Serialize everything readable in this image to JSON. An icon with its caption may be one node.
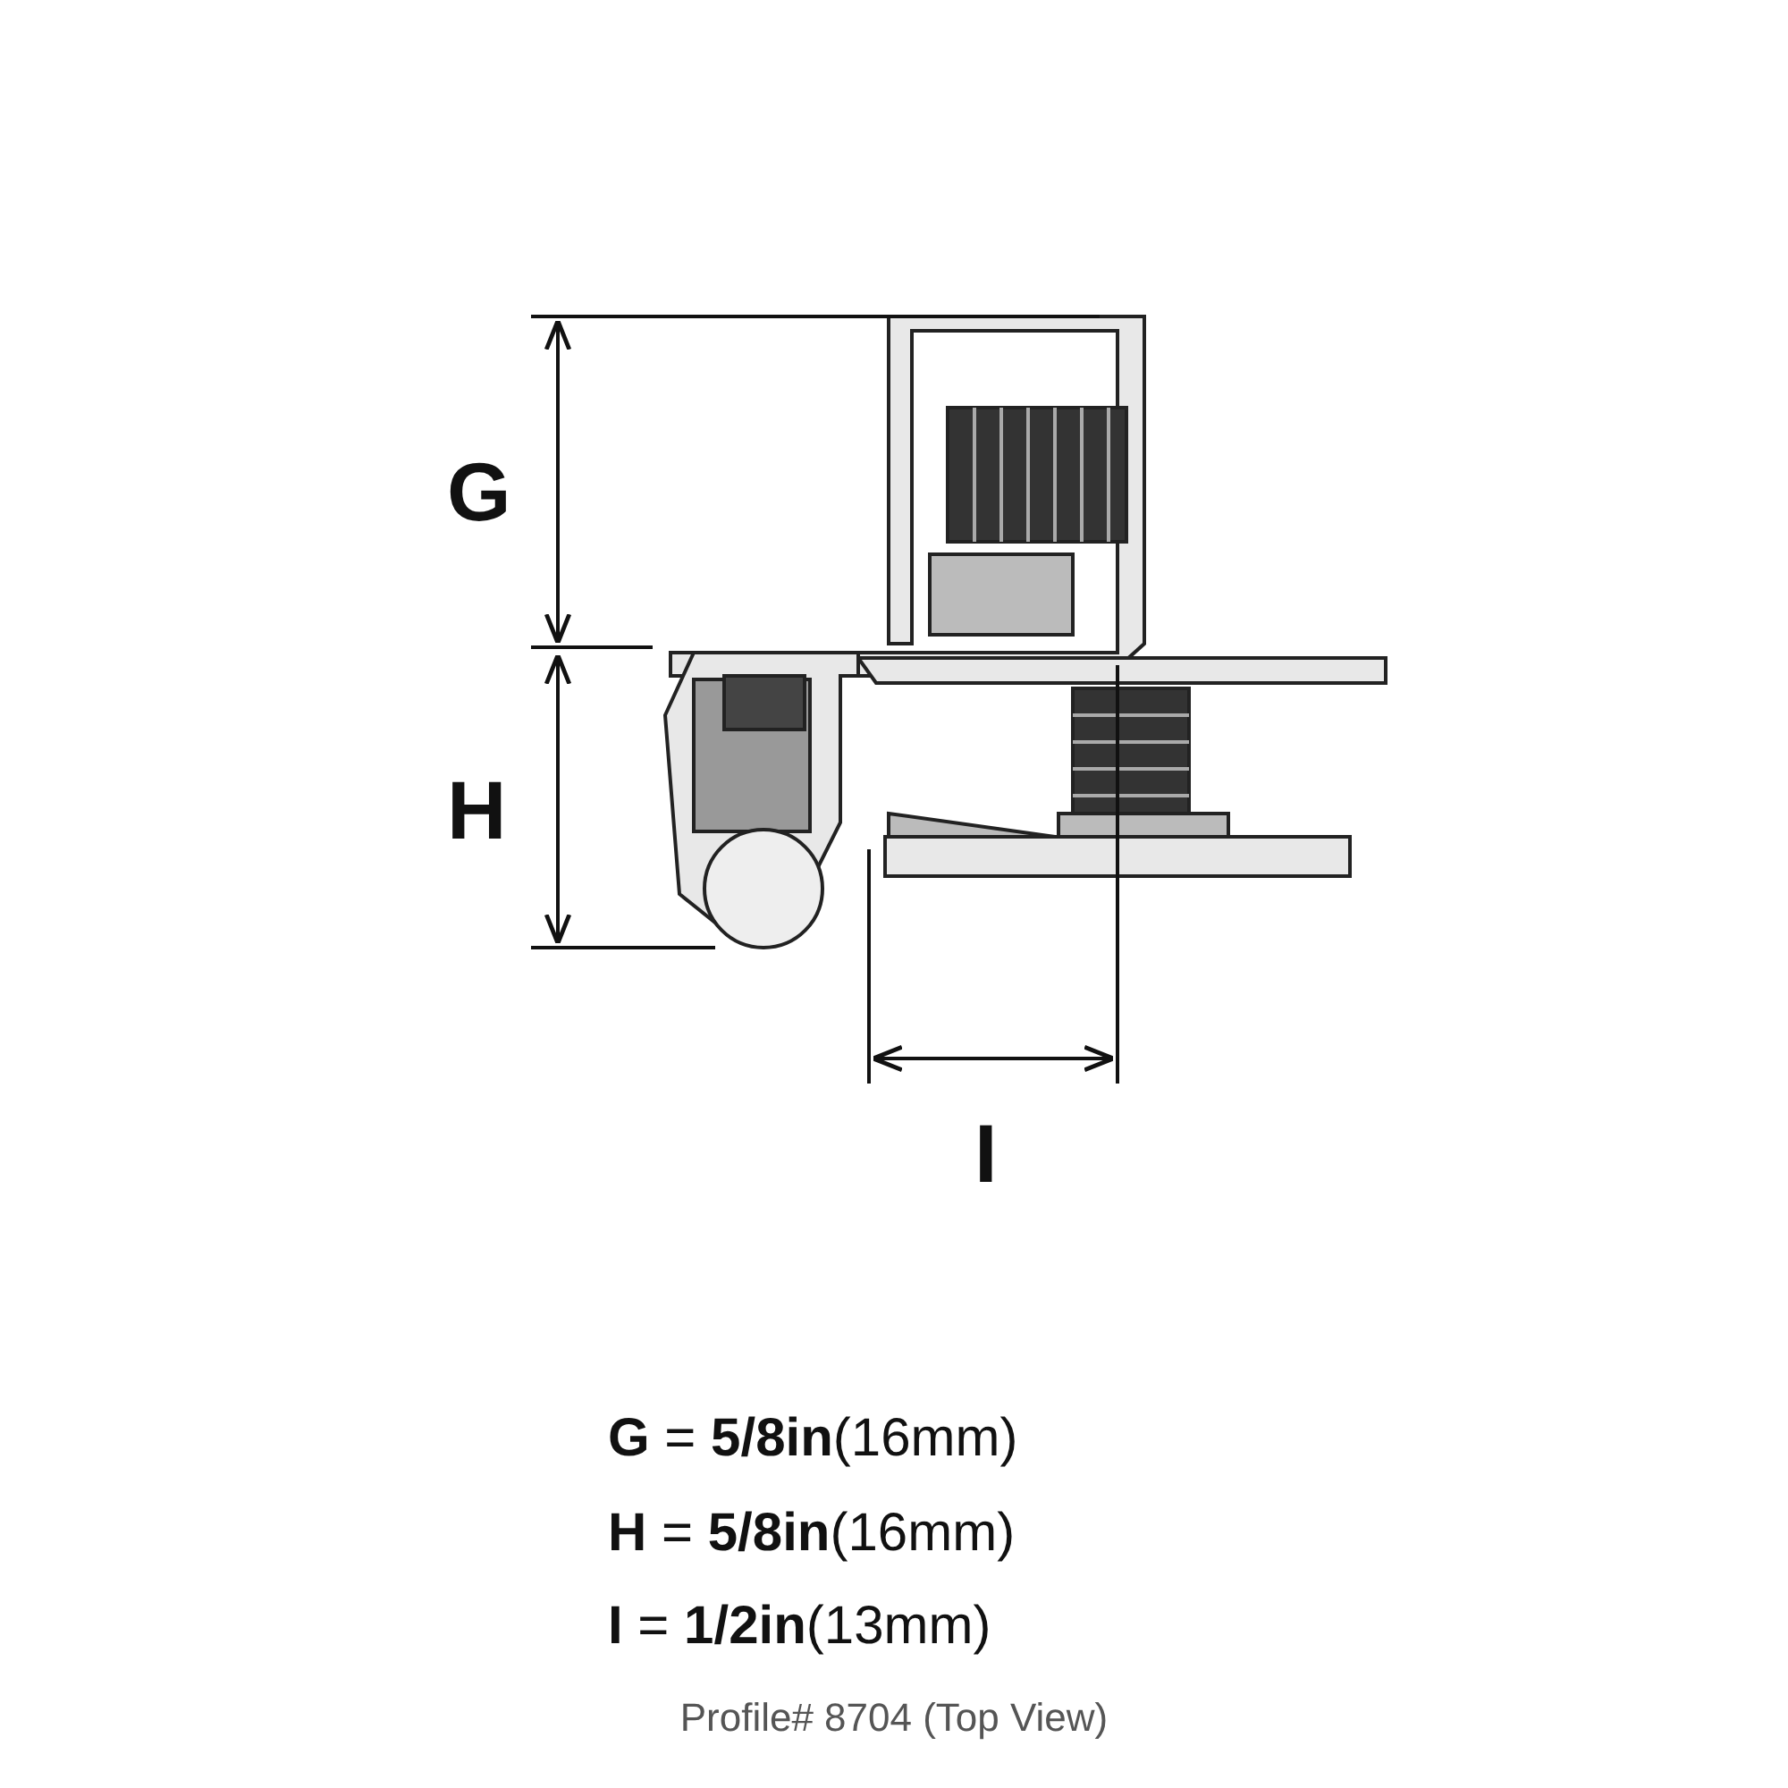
{
  "diagram": {
    "caption": "Profile# 8704 (Top View)",
    "labels": [
      "G",
      "H",
      "I",
      "**G** = **5/8in**(16mm)",
      "**H** = **5/8in**(16mm)",
      "**I** = **1/2in**(13mm)"
    ]
  }
}
